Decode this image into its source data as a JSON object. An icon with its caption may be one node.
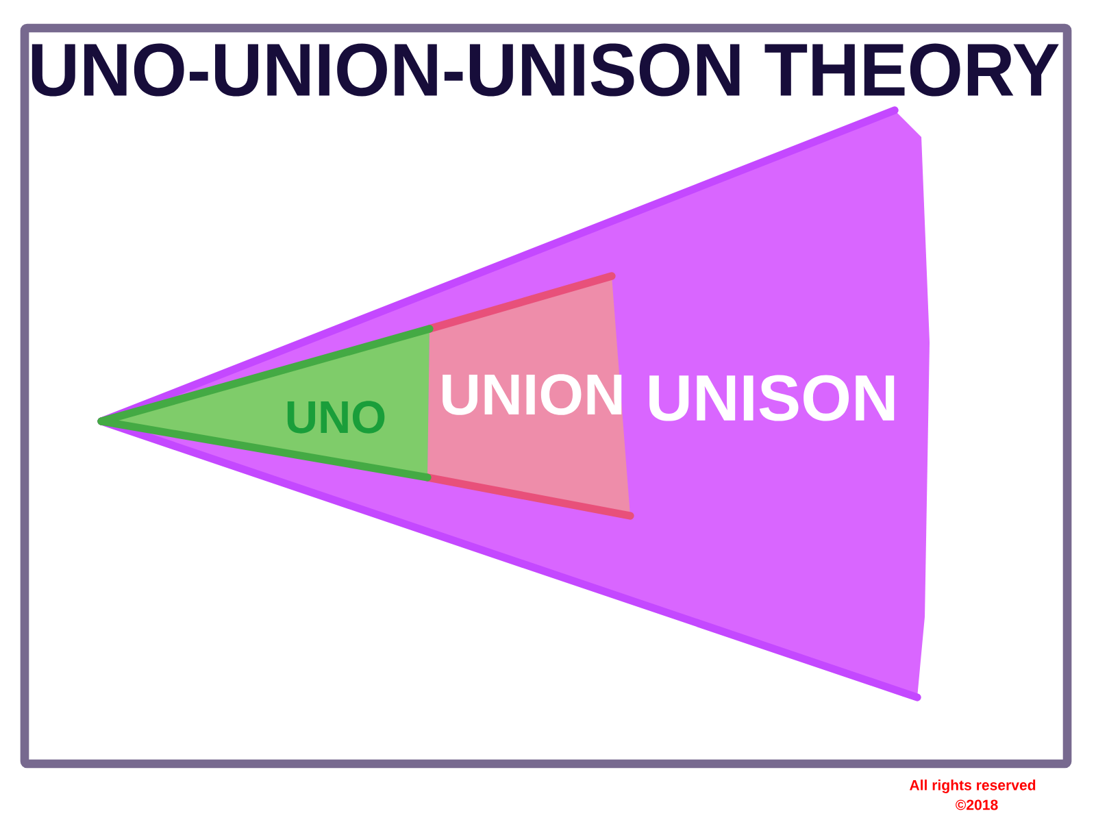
{
  "diagram": {
    "title": "UNO-UNION-UNISON THEORY",
    "nodes": [
      {
        "text": [
          "UNISON"
        ]
      },
      {
        "text": [
          "UNION"
        ],
        "in": 0
      },
      {
        "text": [
          "UNO"
        ],
        "in": 0
      }
    ],
    "labels": [
      "All rights reserved",
      "©2018"
    ]
  }
}
